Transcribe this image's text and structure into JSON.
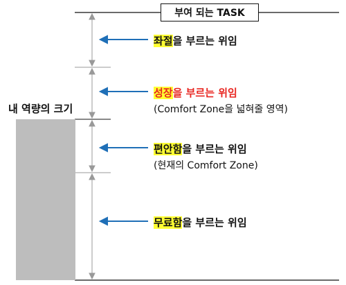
{
  "task_label": "부여 되는 TASK",
  "capacity_label": "내 역량의 크기",
  "zones": [
    {
      "highlight": "좌절",
      "rest": "을 부르는 위임",
      "sub": "",
      "color": "#111111"
    },
    {
      "highlight": "성장",
      "rest": "을 부르는 위임",
      "sub": "(Comfort Zone을 넓혀줄 영역)",
      "color": "#e8241f"
    },
    {
      "highlight": "편안함",
      "rest": "을 부르는 위임",
      "sub": "(현재의 Comfort Zone)",
      "color": "#111111"
    },
    {
      "highlight": "무료함",
      "rest": "을 부르는 위임",
      "sub": "",
      "color": "#111111"
    }
  ],
  "colors": {
    "arrow": "#1f6fb7",
    "bar": "#bdbdbd"
  }
}
